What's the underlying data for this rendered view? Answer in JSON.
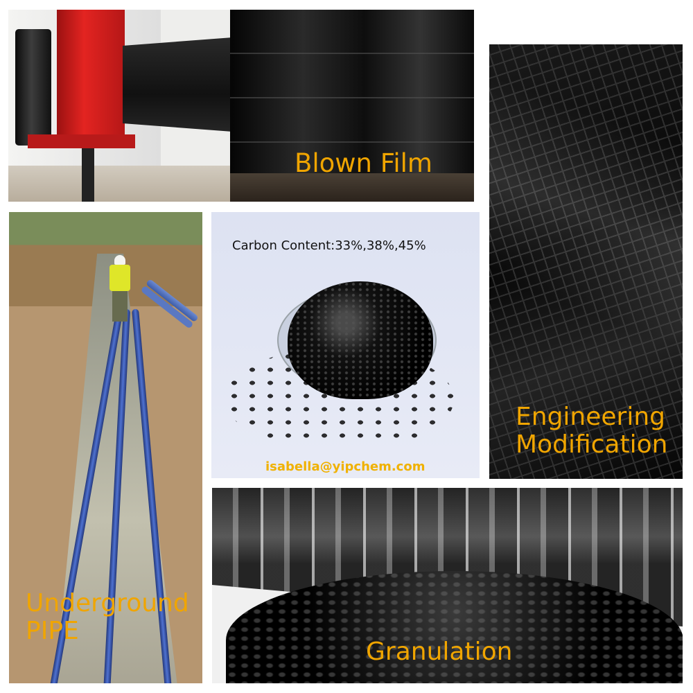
{
  "panels": {
    "blown_film": {
      "label": "Blown Film"
    },
    "engineering": {
      "label_line1": "Engineering",
      "label_line2": "Modification"
    },
    "pipe": {
      "label_line1": "Underground",
      "label_line2": "PIPE"
    },
    "carbon": {
      "caption": "Carbon Content:33%,38%,45%",
      "email": "isabella@yipchem.com"
    },
    "granulation": {
      "label": "Granulation"
    }
  },
  "colors": {
    "label": "#f0a500",
    "email": "#f0b100"
  }
}
